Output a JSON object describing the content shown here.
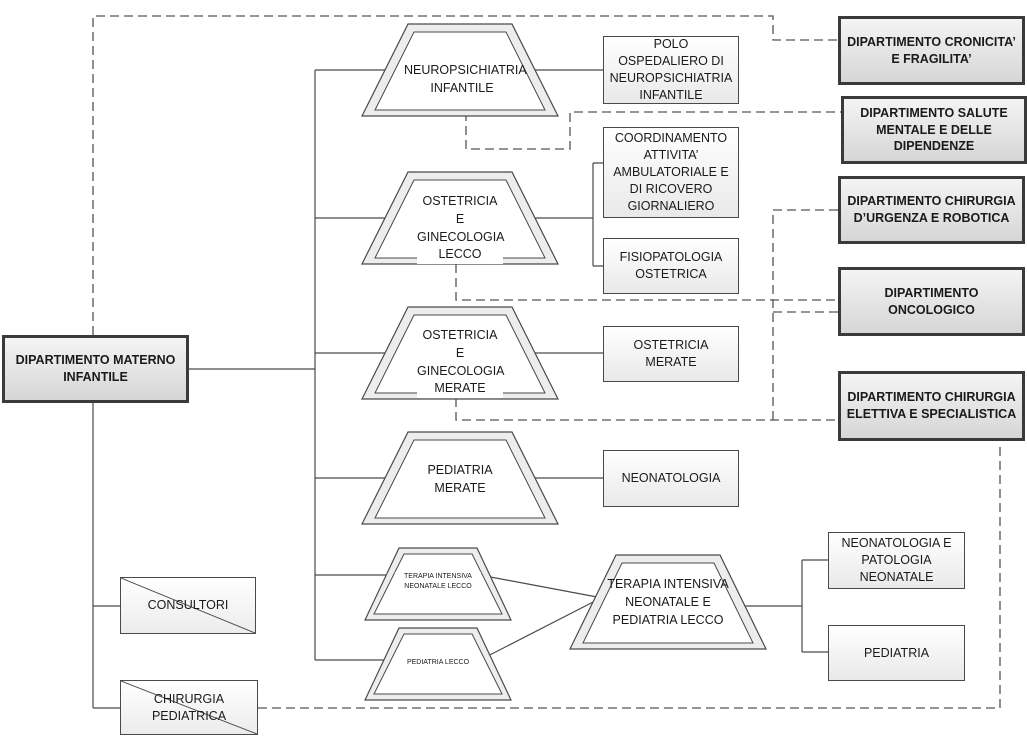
{
  "nodes": {
    "materno": "DIPARTIMENTO MATERNO INFANTILE",
    "consultori": "CONSULTORI",
    "chirurgia_pediatrica": "CHIRURGIA PEDIATRICA",
    "neuropsichiatria": "NEUROPSICHIATRIA INFANTILE",
    "ostetricia_lecco": "OSTETRICIA E GINECOLOGIA LECCO",
    "ostetricia_merate": "OSTETRICIA E GINECOLOGIA MERATE",
    "pediatria_merate": "PEDIATRIA MERATE",
    "terapia_intensiva_lecco": "TERAPIA INTENSIVA NEONATALE LECCO",
    "pediatria_lecco": "PEDIATRIA LECCO",
    "terapia_intensiva_ped": "TERAPIA INTENSIVA NEONATALE E PEDIATRIA LECCO",
    "polo_ospedaliero": "POLO OSPEDALIERO DI NEUROPSICHIATRIA INFANTILE",
    "coordinamento": "COORDINAMENTO ATTIVITA’ AMBULATORIALE E DI RICOVERO GIORNALIERO",
    "fisiopatologia": "FISIOPATOLOGIA OSTETRICA",
    "ostetricia_merate_uo": "OSTETRICIA MERATE",
    "neonatologia": "NEONATOLOGIA",
    "neonatologia_patologia": "NEONATOLOGIA E PATOLOGIA NEONATALE",
    "pediatria": "PEDIATRIA",
    "dip_cronicita": "DIPARTIMENTO CRONICITA’ E FRAGILITA’",
    "dip_salute_mentale": "DIPARTIMENTO SALUTE MENTALE E DELLE DIPENDENZE",
    "dip_chirurgia_urgenza": "DIPARTIMENTO CHIRURGIA D’URGENZA E ROBOTICA",
    "dip_oncologico": "DIPARTIMENTO ONCOLOGICO",
    "dip_chirurgia_elettiva": "DIPARTIMENTO CHIRURGIA ELETTIVA E SPECIALISTICA"
  },
  "colors": {
    "line": "#4a4a4a",
    "dashed": "#555555",
    "box_border": "#3a3a3a"
  }
}
